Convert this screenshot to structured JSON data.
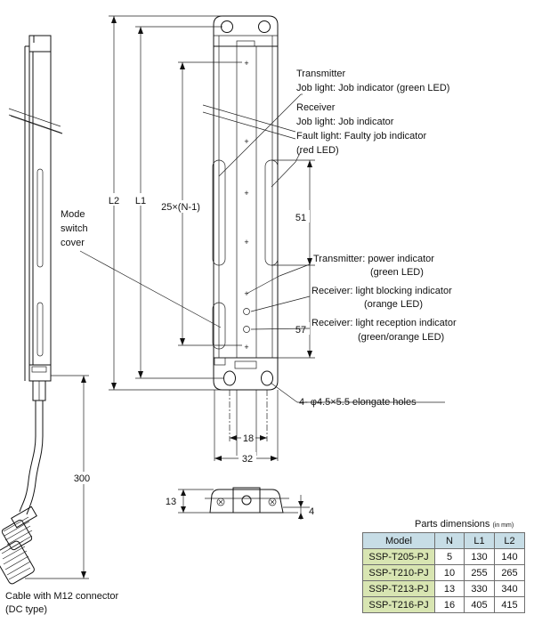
{
  "labels": {
    "transmitter_title": "Transmitter",
    "transmitter_job": "Job light: Job indicator (green LED)",
    "receiver_title": "Receiver",
    "receiver_job": "Job light: Job indicator",
    "receiver_fault": "Fault light: Faulty job indicator",
    "receiver_fault_led": "(red LED)",
    "mode_line1": "Mode",
    "mode_line2": "switch",
    "mode_line3": "cover",
    "power_line1": "Transmitter: power indicator",
    "power_line2": "(green LED)",
    "block_line1": "Receiver: light blocking indicator",
    "block_line2": "(orange LED)",
    "recv_line1": "Receiver: light reception indicator",
    "recv_line2": "(green/orange LED)",
    "holes": "4- φ4.5×5.5 elongate holes",
    "cable_line1": "Cable with M12 connector",
    "cable_line2": "(DC type)"
  },
  "dimensions": {
    "L2": "L2",
    "L1": "L1",
    "pitch": "25×(N-1)",
    "d51": "51",
    "d57": "57",
    "d18": "18",
    "d32": "32",
    "d300": "300",
    "d13": "13",
    "d4": "4"
  },
  "parts_table": {
    "title": "Parts dimensions",
    "unit": "(in mm)",
    "headers": [
      "Model",
      "N",
      "L1",
      "L2"
    ],
    "rows": [
      [
        "SSP-T205-PJ",
        "5",
        "130",
        "140"
      ],
      [
        "SSP-T210-PJ",
        "10",
        "255",
        "265"
      ],
      [
        "SSP-T213-PJ",
        "13",
        "330",
        "340"
      ],
      [
        "SSP-T216-PJ",
        "16",
        "405",
        "415"
      ]
    ]
  },
  "colors": {
    "table_header": "#c7dde6",
    "table_model_cell": "#d8e5b2"
  }
}
